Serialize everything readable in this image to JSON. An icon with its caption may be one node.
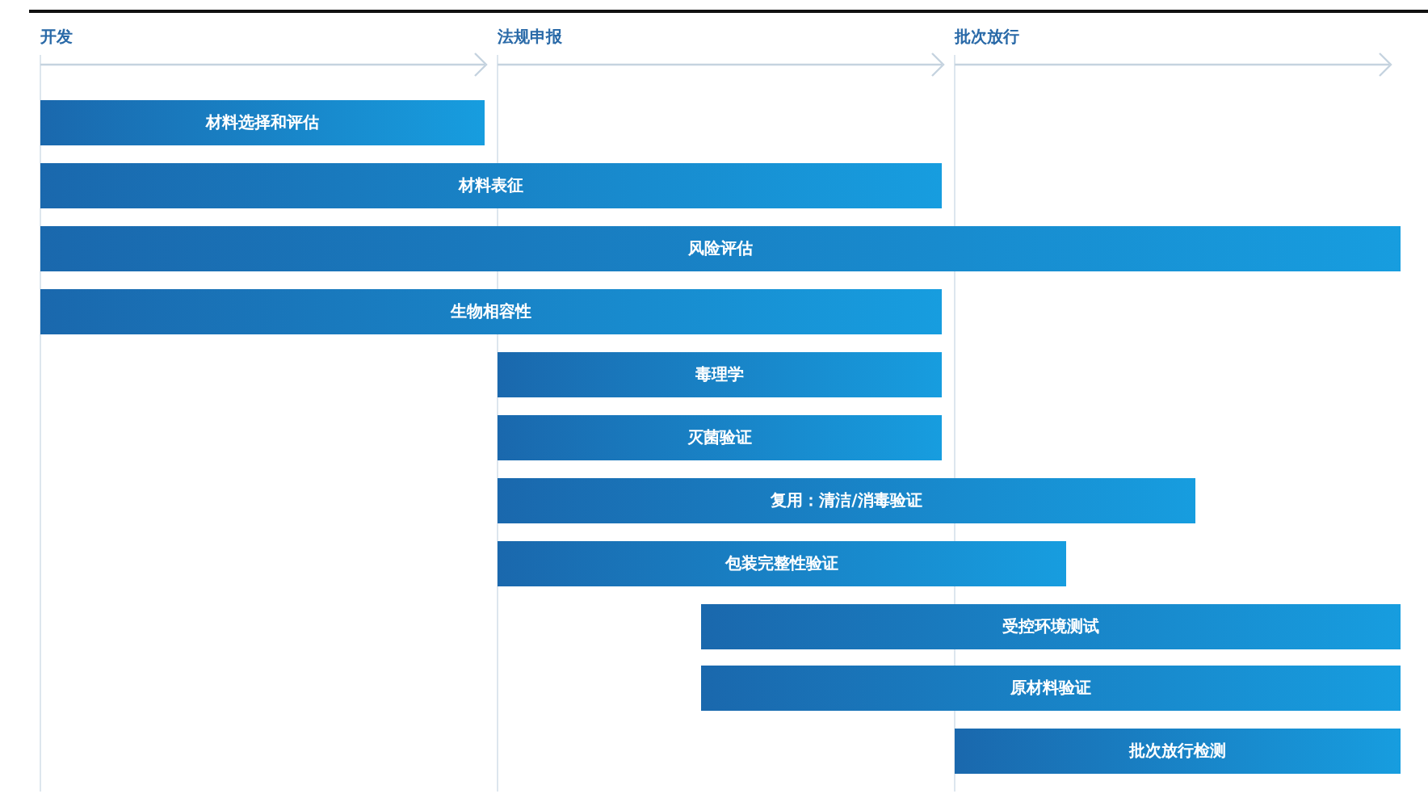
{
  "diagram": {
    "nodes": [
      {
        "text": [
          "材料选择和评估"
        ]
      },
      {
        "text": [
          "材料表征"
        ]
      },
      {
        "text": [
          "风险评估"
        ]
      },
      {
        "text": [
          "生物相容性"
        ]
      },
      {
        "text": [
          "毒理学"
        ]
      },
      {
        "text": [
          "灭菌验证"
        ]
      },
      {
        "text": [
          "复用：清洁/消毒验证"
        ]
      },
      {
        "text": [
          "包装完整性验证"
        ]
      },
      {
        "text": [
          "受控环境测试"
        ]
      },
      {
        "text": [
          "原材料验证"
        ]
      },
      {
        "text": [
          "批次放行检测"
        ]
      }
    ],
    "labels": [
      "开发",
      "法规申报",
      "批次放行"
    ]
  }
}
